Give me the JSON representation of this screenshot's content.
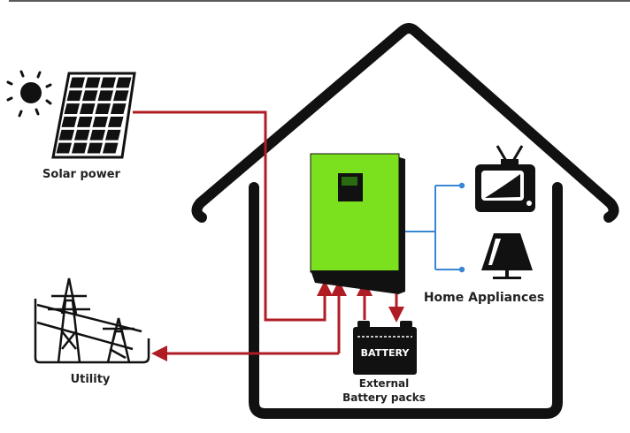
{
  "labels": {
    "solar": "Solar power",
    "utility": "Utility",
    "home": "Home Appliances",
    "battery": "BATTERY",
    "external_line1": "External",
    "external_line2": "Battery packs"
  },
  "colors": {
    "inverter": "#7be11f",
    "power_line": "#b01c24",
    "output_line": "#3a86d4",
    "outline": "#111111"
  },
  "icons": [
    "sun-icon",
    "solar-panel-icon",
    "power-tower-icon",
    "inverter-icon",
    "battery-icon",
    "tv-icon",
    "lamp-icon",
    "house-outline"
  ]
}
